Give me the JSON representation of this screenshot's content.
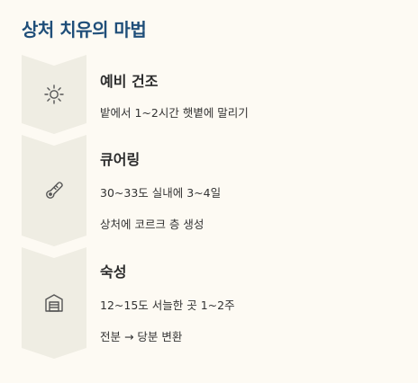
{
  "title": "상처 치유의 마법",
  "colors": {
    "title": "#1f4e79",
    "chevron": "#efede3",
    "icon": "#555555",
    "background": "#fdfaf3"
  },
  "steps": [
    {
      "icon": "sun-icon",
      "heading": "예비 건조",
      "lines": [
        "밭에서 1~2시간 햇볕에 말리기"
      ]
    },
    {
      "icon": "thermometer-icon",
      "heading": "큐어링",
      "lines": [
        "30~33도 실내에 3~4일",
        "상처에 코르크 층 생성"
      ]
    },
    {
      "icon": "storage-icon",
      "heading": "숙성",
      "lines": [
        "12~15도 서늘한 곳 1~2주",
        "전분 → 당분 변환"
      ]
    }
  ]
}
